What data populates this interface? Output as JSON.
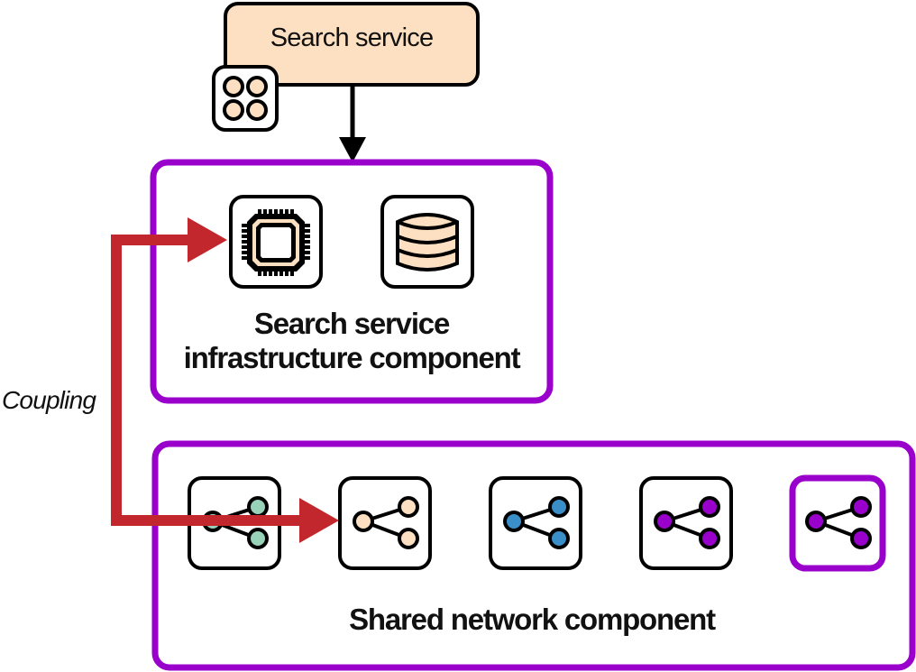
{
  "search_service": {
    "label": "Search service",
    "fill_color": "#fde0c2",
    "badge_icon": "four-circles-grid-icon"
  },
  "infrastructure_component": {
    "title_line1": "Search service",
    "title_line2": "infrastructure component",
    "border_color": "#9900cc",
    "icons": [
      "cpu-chip-icon",
      "database-icon"
    ]
  },
  "network_component": {
    "title": "Shared network component",
    "border_color": "#9900cc",
    "nodes": [
      {
        "icon": "share-network-icon",
        "color": "#98d2b8",
        "highlighted": false
      },
      {
        "icon": "share-network-icon",
        "color": "#fde0c2",
        "highlighted": false
      },
      {
        "icon": "share-network-icon",
        "color": "#3a8fc8",
        "highlighted": false
      },
      {
        "icon": "share-network-icon",
        "color": "#9900cc",
        "highlighted": false
      },
      {
        "icon": "share-network-icon",
        "color": "#9900cc",
        "highlighted": true
      }
    ]
  },
  "coupling": {
    "label": "Coupling",
    "color": "#c1272d"
  },
  "colors": {
    "stroke": "#000000",
    "accent_purple": "#9900cc",
    "coupling_red": "#c1272d",
    "peach": "#fde0c2"
  }
}
